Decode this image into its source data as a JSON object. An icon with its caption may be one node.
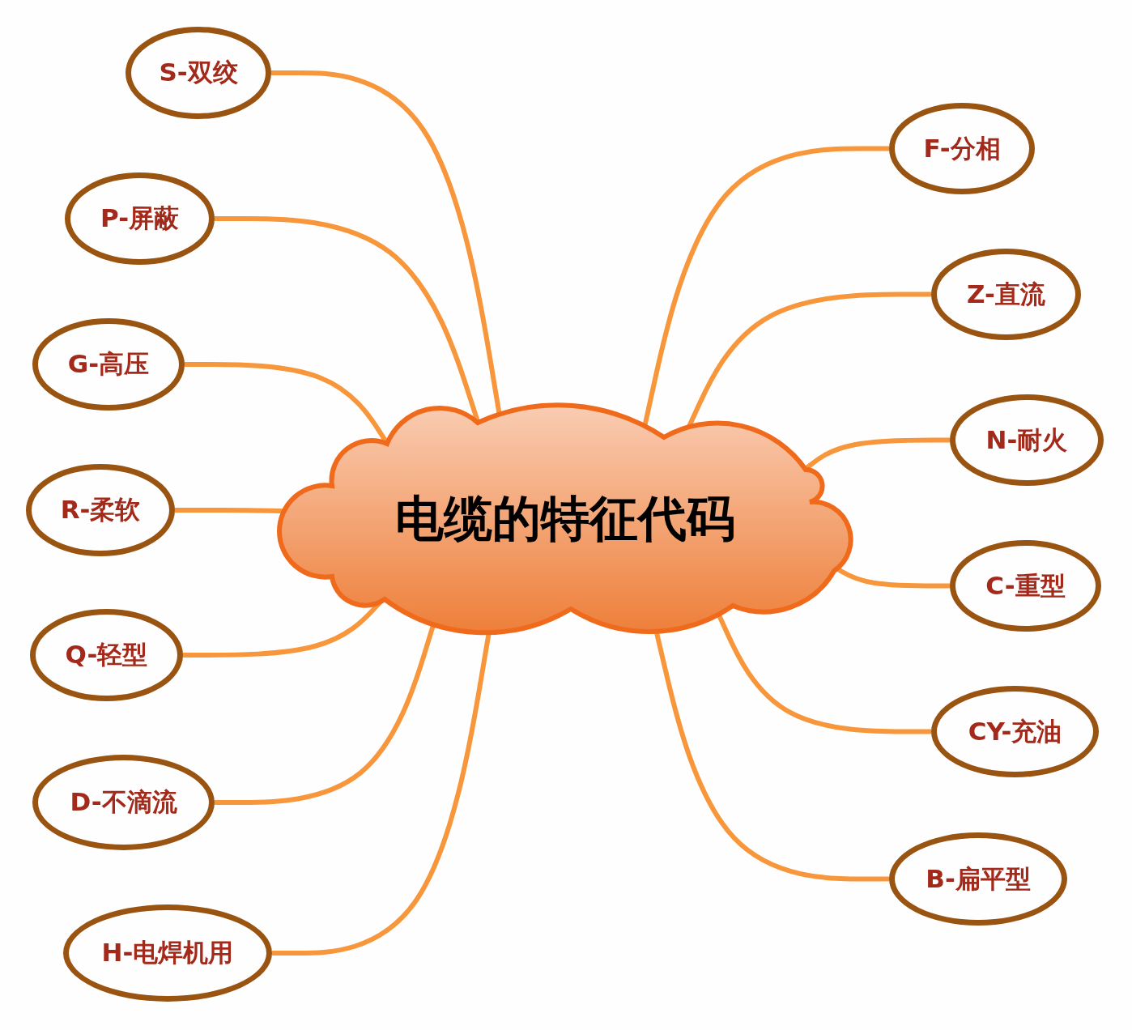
{
  "diagram": {
    "nodes": [
      {
        "text": [
          "电缆的特征代码"
        ]
      },
      {
        "text": [
          "S-双绞"
        ]
      },
      {
        "text": [
          "P-屏蔽"
        ]
      },
      {
        "text": [
          "G-高压"
        ]
      },
      {
        "text": [
          "R-柔软"
        ]
      },
      {
        "text": [
          "Q-轻型"
        ]
      },
      {
        "text": [
          "D-不滴流"
        ]
      },
      {
        "text": [
          "H-电焊机用"
        ]
      },
      {
        "text": [
          "F-分相"
        ]
      },
      {
        "text": [
          "Z-直流"
        ]
      },
      {
        "text": [
          "N-耐火"
        ]
      },
      {
        "text": [
          "C-重型"
        ]
      },
      {
        "text": [
          "CY-充油"
        ]
      },
      {
        "text": [
          "B-扁平型"
        ]
      }
    ],
    "edges": [
      {
        "from": 0,
        "to": 1,
        "arrow": "none"
      },
      {
        "from": 0,
        "to": 2,
        "arrow": "none"
      },
      {
        "from": 0,
        "to": 3,
        "arrow": "none"
      },
      {
        "from": 0,
        "to": 4,
        "arrow": "none"
      },
      {
        "from": 0,
        "to": 5,
        "arrow": "none"
      },
      {
        "from": 0,
        "to": 6,
        "arrow": "none"
      },
      {
        "from": 0,
        "to": 7,
        "arrow": "none"
      },
      {
        "from": 0,
        "to": 8,
        "arrow": "none"
      },
      {
        "from": 0,
        "to": 9,
        "arrow": "none"
      },
      {
        "from": 0,
        "to": 10,
        "arrow": "none"
      },
      {
        "from": 0,
        "to": 11,
        "arrow": "none"
      },
      {
        "from": 0,
        "to": 12,
        "arrow": "none"
      },
      {
        "from": 0,
        "to": 13,
        "arrow": "none"
      }
    ]
  }
}
